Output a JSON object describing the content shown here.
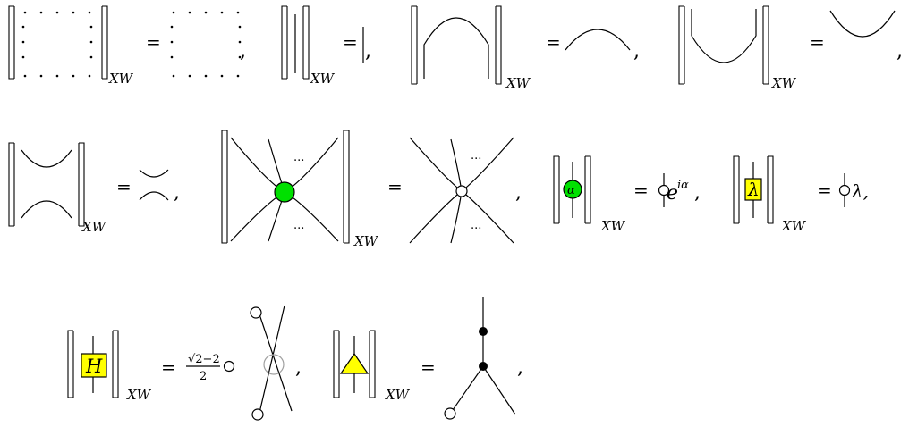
{
  "labels": {
    "subscript": "XW",
    "equals": "=",
    "comma": ",",
    "ellipsis": "...",
    "alpha": "α",
    "phase": "e",
    "phase_sup": "iα",
    "lambda": "λ",
    "lambda_comma": "λ,",
    "hadamard": "H",
    "coef_num": "√2−2",
    "coef_den": "2"
  },
  "colors": {
    "green_spider": "#00e000",
    "yellow_box": "#ffff00",
    "stroke": "#000000",
    "white_node": "#ffffff",
    "gray_circle": "#a0a0a0"
  }
}
